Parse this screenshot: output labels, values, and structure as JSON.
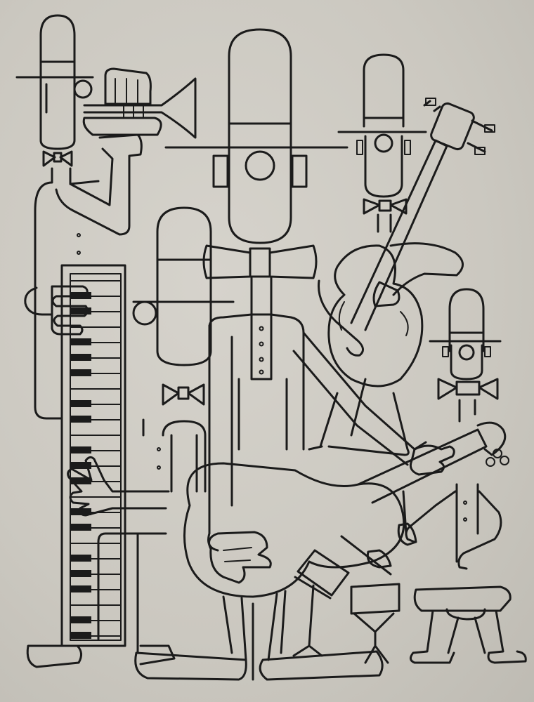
{
  "artwork": {
    "background_color": "#cfccc4",
    "ink_color": "#1b1b1b",
    "figures": [
      {
        "name": "trumpet-player",
        "instrument": "trumpet"
      },
      {
        "name": "bassist",
        "instrument": "upright-bass"
      },
      {
        "name": "pianist",
        "instrument": "piano-keyboard"
      },
      {
        "name": "guitarist",
        "instrument": "acoustic-guitar"
      },
      {
        "name": "drummer",
        "instrument": "drum-kit"
      }
    ]
  }
}
